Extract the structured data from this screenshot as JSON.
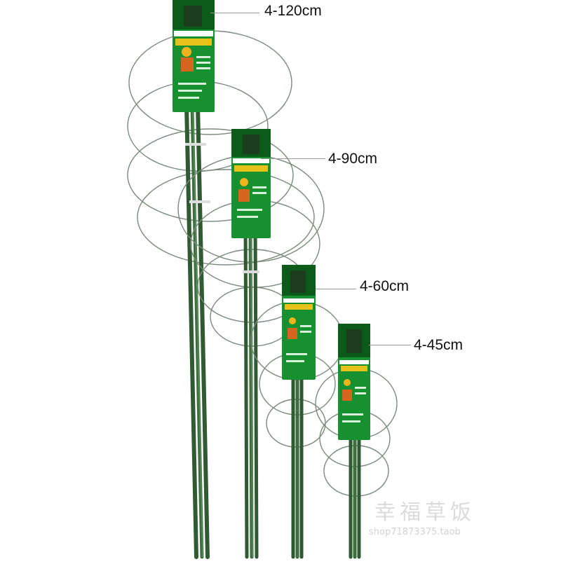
{
  "products": [
    {
      "id": "p120",
      "size_label": "4-120cm"
    },
    {
      "id": "p90",
      "size_label": "4-90cm"
    },
    {
      "id": "p60",
      "size_label": "4-60cm"
    },
    {
      "id": "p45",
      "size_label": "4-45cm"
    }
  ],
  "watermark": {
    "title": "幸福草饭",
    "url": "shop71873375.taob"
  },
  "colors": {
    "stake_green": "#2f5a32",
    "stake_highlight": "#4f8750",
    "package_green": "#17902f",
    "package_dark": "#0c5a1a",
    "wire": "#7c8a7c",
    "background": "#ffffff"
  }
}
